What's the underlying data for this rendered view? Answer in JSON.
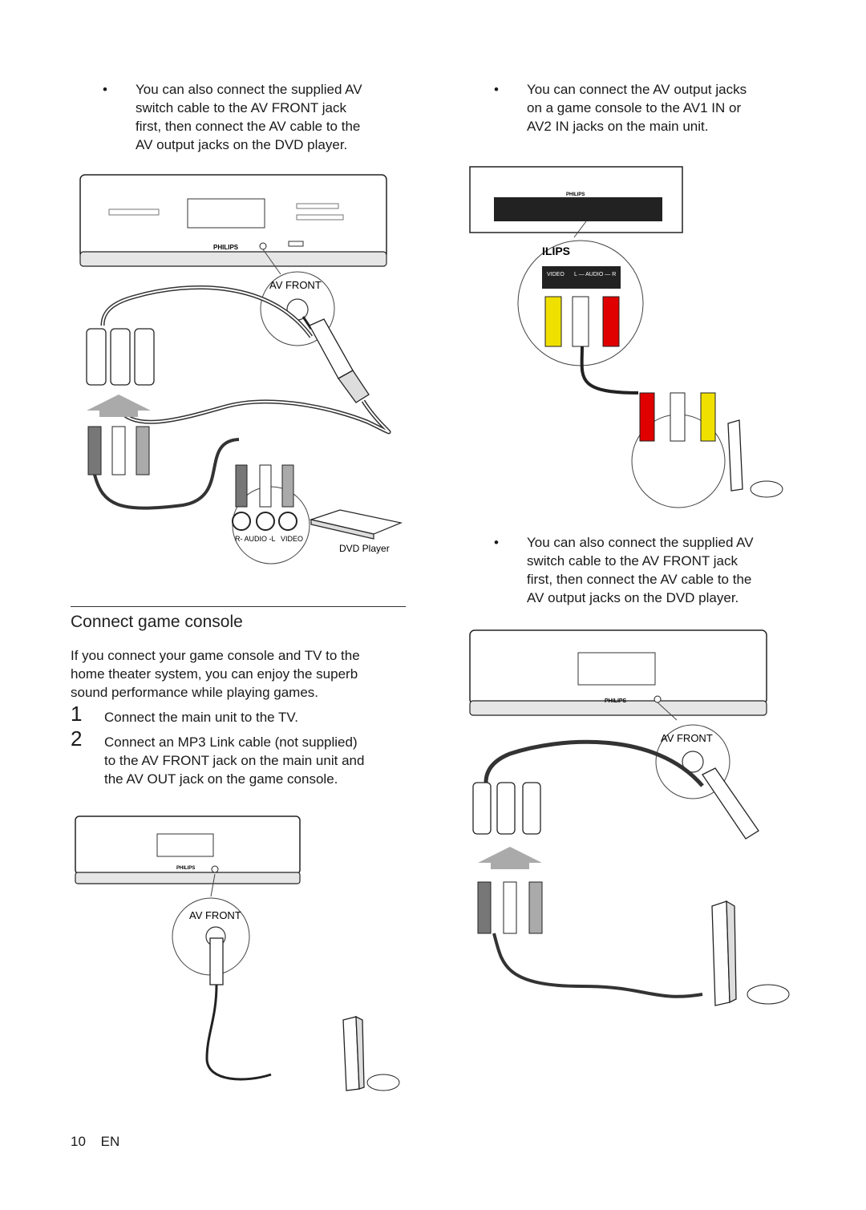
{
  "left": {
    "bullet_top": {
      "symbol": "•",
      "lines": [
        "You can also connect the supplied AV",
        "switch cable to the AV FRONT jack",
        "first, then connect the AV cable to the",
        "AV output jacks on the DVD player."
      ]
    },
    "figure1": {
      "brand": "PHILIPS",
      "jack_label": "AV FRONT",
      "audio_label": "R- AUDIO -L",
      "video_label": "VIDEO",
      "device_label": "DVD Player"
    },
    "section": {
      "title": "Connect game console",
      "intro": [
        "If you connect your game console and TV to the",
        "home theater system, you can enjoy the superb",
        "sound performance while playing games."
      ],
      "steps": [
        {
          "num": "1",
          "lines": [
            "Connect the main unit to the TV."
          ]
        },
        {
          "num": "2",
          "lines": [
            "Connect an MP3 Link cable (not supplied)",
            "to the AV FRONT jack on the main unit and",
            "the AV OUT jack on the game console."
          ]
        }
      ]
    },
    "figure2": {
      "brand": "PHILIPS",
      "jack_label": "AV FRONT"
    }
  },
  "right": {
    "bullet_top": {
      "symbol": "•",
      "lines": [
        "You can connect the AV output jacks",
        "on a game console to the AV1 IN or",
        "AV2 IN jacks on the main unit."
      ]
    },
    "figure1": {
      "brand": "PHILIPS",
      "zoom_brand": "ILIPS",
      "video_label": "VIDEO",
      "audio_label": "L — AUDIO — R"
    },
    "bullet_mid": {
      "symbol": "•",
      "lines": [
        "You can also connect the supplied AV",
        "switch cable to the AV FRONT jack",
        "first, then connect the AV cable to the",
        "AV output jacks on the DVD player."
      ]
    },
    "figure2": {
      "brand": "PHILIPS",
      "jack_label": "AV FRONT"
    }
  },
  "footer": {
    "page": "10",
    "lang": "EN"
  }
}
